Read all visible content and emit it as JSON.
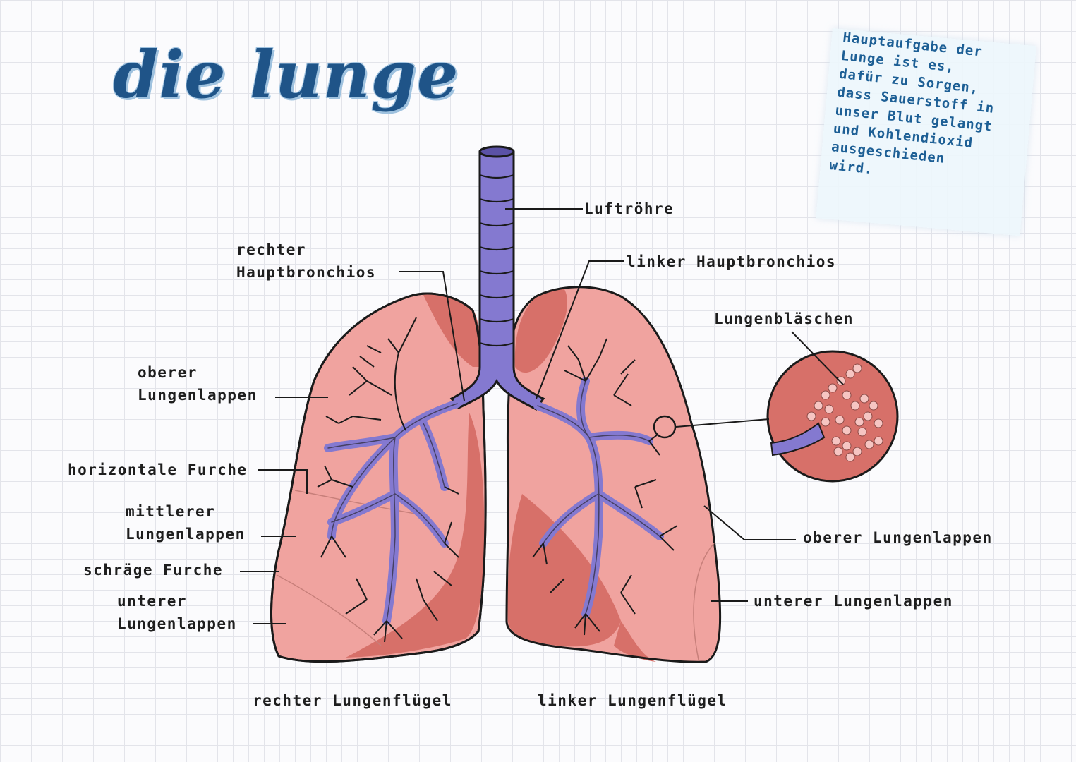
{
  "title": "die lunge",
  "note": "Hauptaufgabe der\nLunge ist es,\ndafür zu Sorgen,\ndass Sauerstoff in\nunser Blut gelangt\nund Kohlendioxid\nausgeschieden\nwird.",
  "labels": {
    "luftroehre": "Luftröhre",
    "rechter_hauptbronchios": "rechter\nHauptbronchios",
    "linker_hauptbronchios": "linker Hauptbronchios",
    "lungenblaeschen": "Lungenbläschen",
    "rechts_oberer_lungenlappen": "oberer\nLungenlappen",
    "horizontale_furche": "horizontale Furche",
    "mittlerer_lungenlappen": "mittlerer\nLungenlappen",
    "schraege_furche": "schräge Furche",
    "rechts_unterer_lungenlappen": "unterer\nLungenlappen",
    "links_oberer_lungenlappen": "oberer Lungenlappen",
    "links_unterer_lungenlappen": "unterer Lungenlappen",
    "rechter_lungenfluegel": "rechter Lungenflügel",
    "linker_lungenfluegel": "linker Lungenflügel"
  },
  "colors": {
    "title": "#1f5488",
    "note_text": "#1d5f95",
    "lung_light": "#f0a39f",
    "lung_dark": "#d77069",
    "bronchi": "#8479d0",
    "outline": "#1a1a1a"
  }
}
